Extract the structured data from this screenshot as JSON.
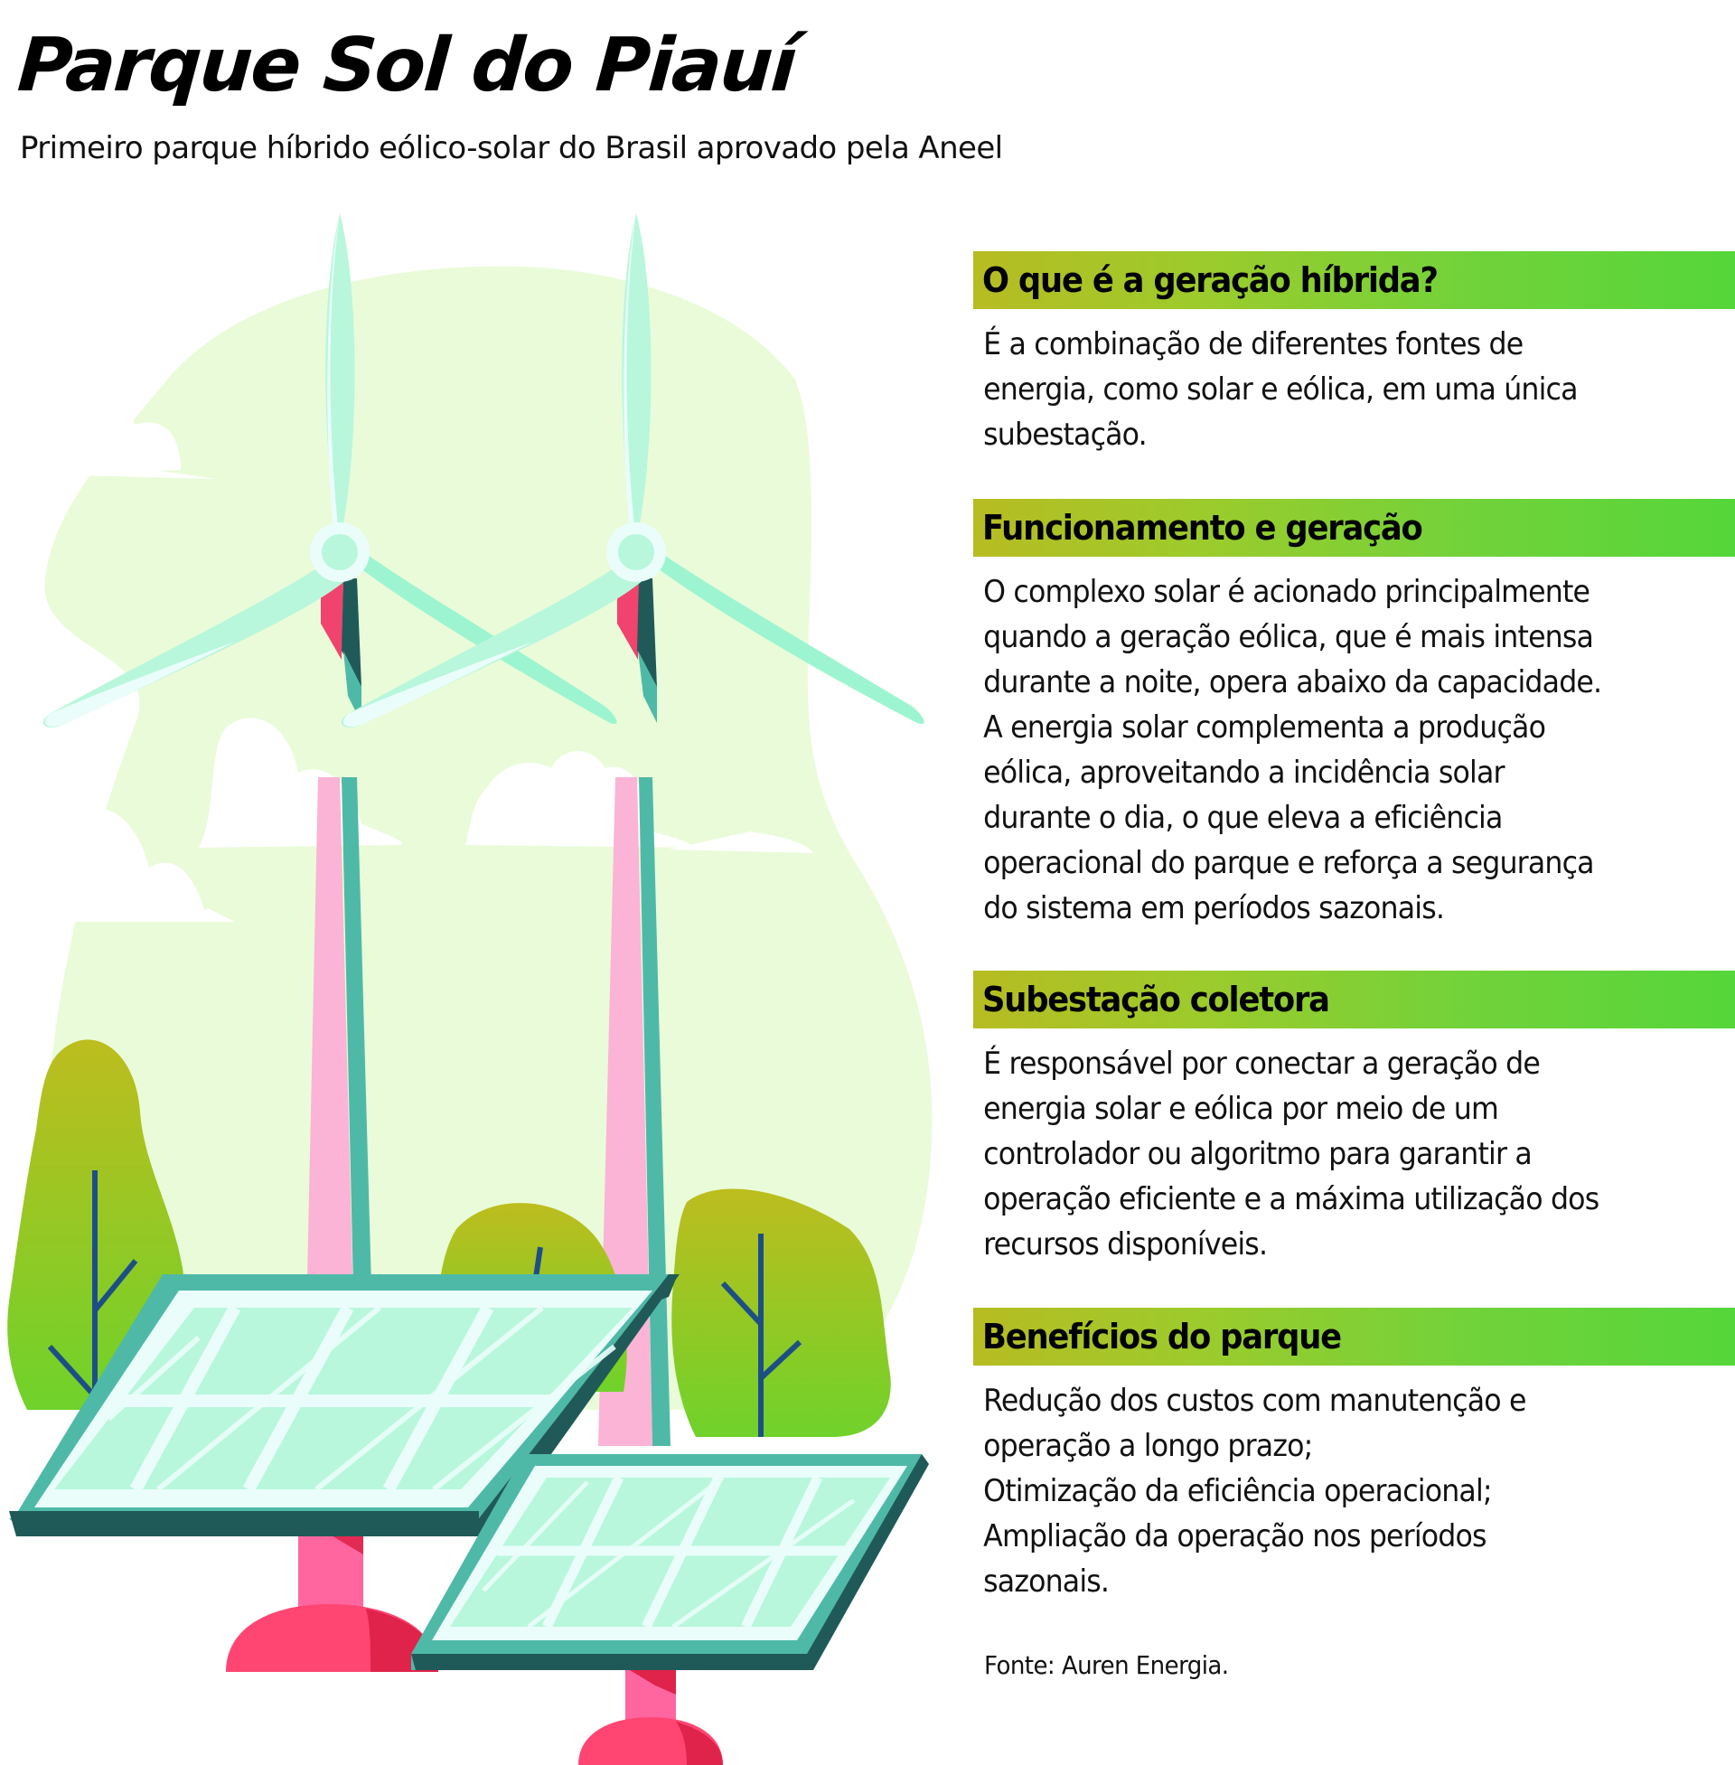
{
  "header": {
    "title": "Parque Sol do Piauí",
    "subtitle": "Primeiro parque híbrido eólico-solar do Brasil aprovado pela Aneel"
  },
  "illustration": {
    "description": "Two wind turbines behind two solar panels with trees and clouds",
    "colors": {
      "background_blob": "#eafbd9",
      "blade_light": "#b8f7dc",
      "blade_mid": "#9cf5d0",
      "tower_pink": "#fbb3d6",
      "tower_teal": "#4fb9a8",
      "tower_dark": "#1f5a58",
      "tower_red": "#f0436e",
      "panel_frame": "#4fb9a8",
      "panel_cell": "#b8f7dc",
      "panel_line": "#eafdfb",
      "stand_pink": "#ff66a0",
      "stand_red": "#f0436e",
      "tree_top": "#bdbd1e",
      "tree_bottom": "#6fd22a",
      "branch": "#1d4f86"
    }
  },
  "sections": [
    {
      "heading": "O que é a geração híbrida?",
      "lines": [
        "É a combinação de diferentes fontes de",
        "energia, como solar e eólica, em uma única",
        "subestação."
      ]
    },
    {
      "heading": "Funcionamento e geração",
      "lines": [
        "O complexo solar é acionado principalmente",
        "quando a geração eólica, que é  mais intensa",
        "durante a noite, opera abaixo da capacidade.",
        "A energia solar complementa a produção",
        "eólica, aproveitando a incidência solar",
        "durante o dia, o que eleva a eficiência",
        "operacional do parque e reforça a segurança",
        "do sistema em períodos sazonais."
      ]
    },
    {
      "heading": "Subestação coletora",
      "lines": [
        "É responsável por conectar a geração de",
        "energia solar e eólica por meio de um",
        "controlador ou algoritmo para garantir a",
        "operação eficiente e a máxima utilização dos",
        "recursos disponíveis."
      ]
    },
    {
      "heading": "Benefícios do parque",
      "lines": [
        "Redução dos custos com manutenção e",
        "operação a longo prazo;",
        "Otimização da eficiência operacional;",
        "Ampliação da operação nos períodos",
        "sazonais."
      ]
    }
  ],
  "source": "Fonte: Auren Energia.",
  "colors": {
    "bar_gradient_start": "#b7bc22",
    "bar_gradient_end": "#55d63a",
    "text": "#111111"
  }
}
